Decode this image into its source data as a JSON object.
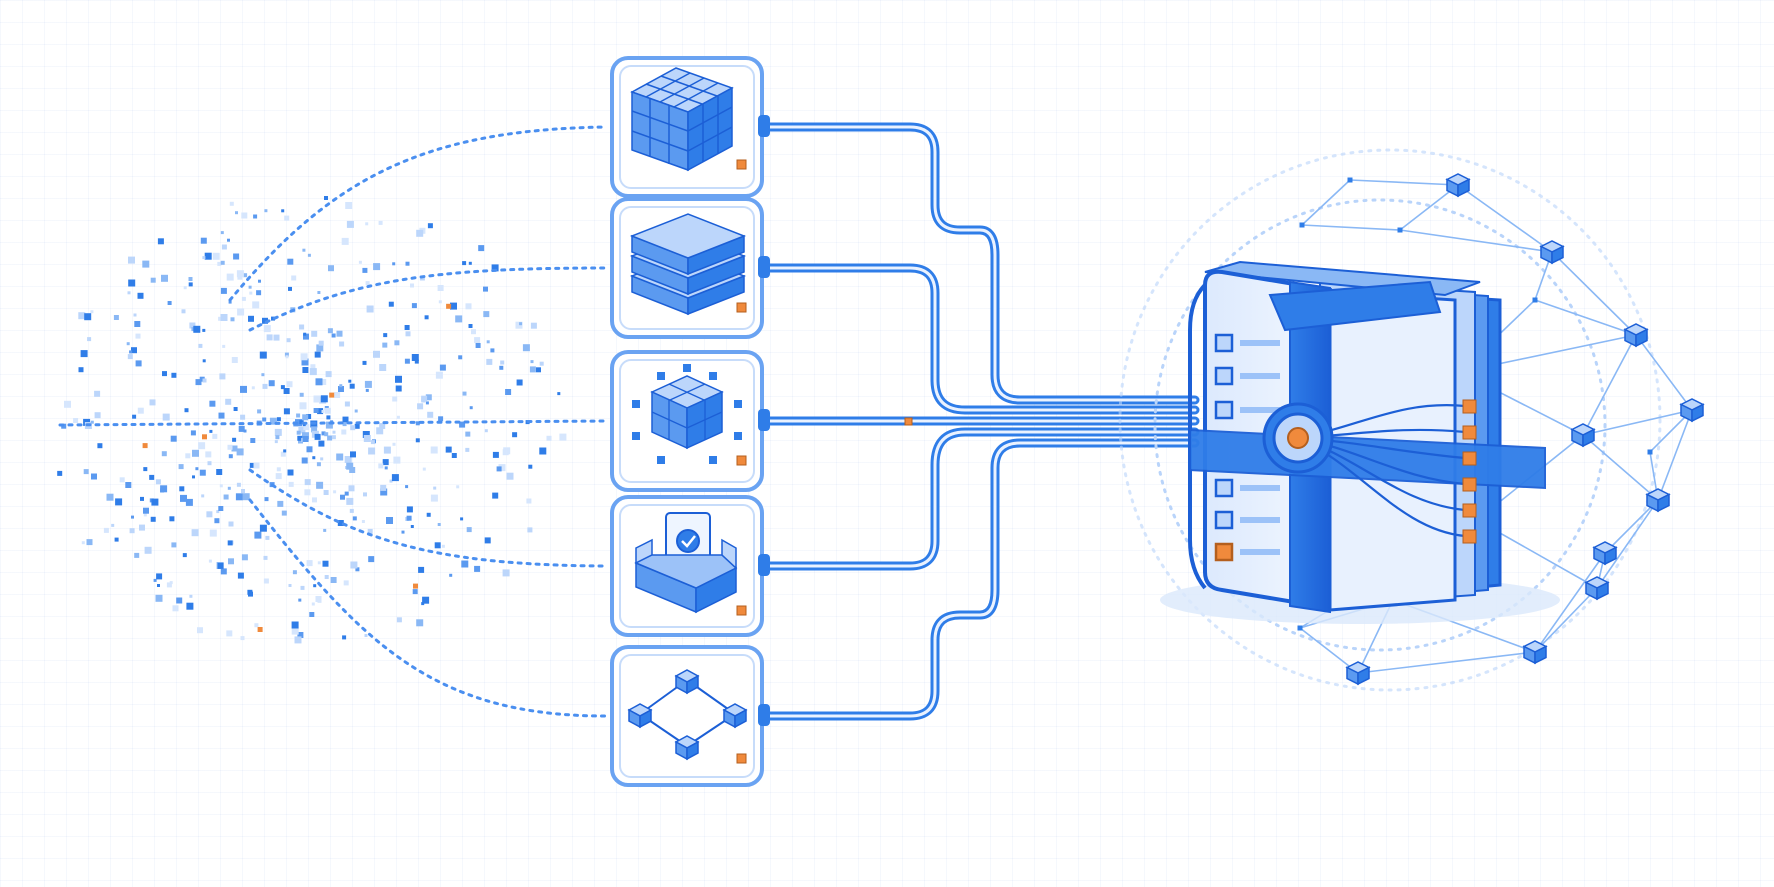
{
  "diagram": {
    "nodes": [
      {
        "id": "grid-cube",
        "icon": "cube-grid-icon"
      },
      {
        "id": "layer-stack",
        "icon": "layers-stack-icon"
      },
      {
        "id": "cube-particles",
        "icon": "cube-with-particles-icon"
      },
      {
        "id": "inbox-box",
        "icon": "inbox-box-icon"
      },
      {
        "id": "node-graph",
        "icon": "node-graph-icon"
      }
    ],
    "hub": {
      "icon": "data-hub-binder-icon",
      "list_rows": 6,
      "ports": 6
    },
    "network": {
      "icon": "network-mesh-icon"
    }
  },
  "colors": {
    "primary": "#2f7de8",
    "dark": "#1c5fd6",
    "light": "#bcd6fb",
    "accent": "#f08a3c",
    "background": "#ffffff"
  }
}
